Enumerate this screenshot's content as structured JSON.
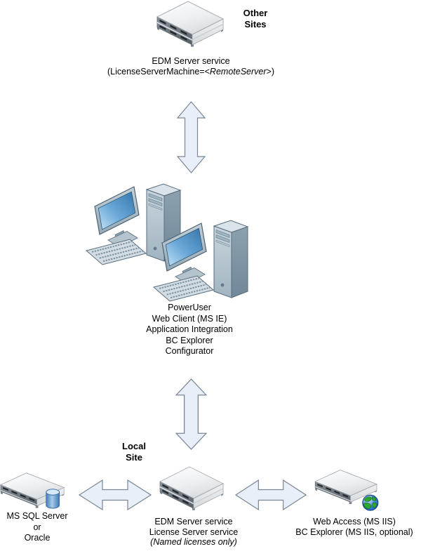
{
  "colors": {
    "arrow_fill": "#e9eff9",
    "arrow_stroke": "#7b8794",
    "text_color": "#000000",
    "screen_blue": "#5b9fd3",
    "database_blue": "#4a82bd",
    "globe_land_green": "#2ea72e",
    "globe_ocean_blue": "#3b82e0",
    "server_gray": "#e4e7e9"
  },
  "nodes": {
    "remote_server": {
      "icon": "rack-server-2u-icon",
      "side_label": {
        "line1": "Other",
        "line2": "Sites"
      },
      "caption": {
        "line1": "EDM Server service",
        "line2_prefix": "(LicenseServerMachine=<",
        "line2_italic": "RemoteServer",
        "line2_suffix": ">)"
      }
    },
    "clients": {
      "icon": "workstations-icon",
      "caption": {
        "line1": "PowerUser",
        "line2": "Web Client (MS IE)",
        "line3": "Application Integration",
        "line4": "BC Explorer",
        "line5": "Configurator"
      }
    },
    "local_site_label": {
      "line1": "Local",
      "line2": "Site"
    },
    "database_server": {
      "icon": "rack-server-database-icon",
      "caption": {
        "line1": "MS SQL Server",
        "line2": "or",
        "line3": "Oracle"
      }
    },
    "edm_server": {
      "icon": "rack-server-2u-icon",
      "caption": {
        "line1": "EDM Server service",
        "line2": "License Server service",
        "line3_italic": "(Named licenses only)"
      }
    },
    "web_server": {
      "icon": "rack-server-globe-icon",
      "caption": {
        "line1": "Web Access (MS IIS)",
        "line2": "BC Explorer (MS IIS, optional)"
      }
    }
  },
  "connectors": [
    {
      "name": "remote-server-to-clients",
      "orientation": "vertical",
      "style": "double-headed"
    },
    {
      "name": "clients-to-edm-server",
      "orientation": "vertical",
      "style": "double-headed"
    },
    {
      "name": "database-to-edm-server",
      "orientation": "horizontal",
      "style": "double-headed"
    },
    {
      "name": "edm-server-to-web-server",
      "orientation": "horizontal",
      "style": "double-headed"
    }
  ]
}
